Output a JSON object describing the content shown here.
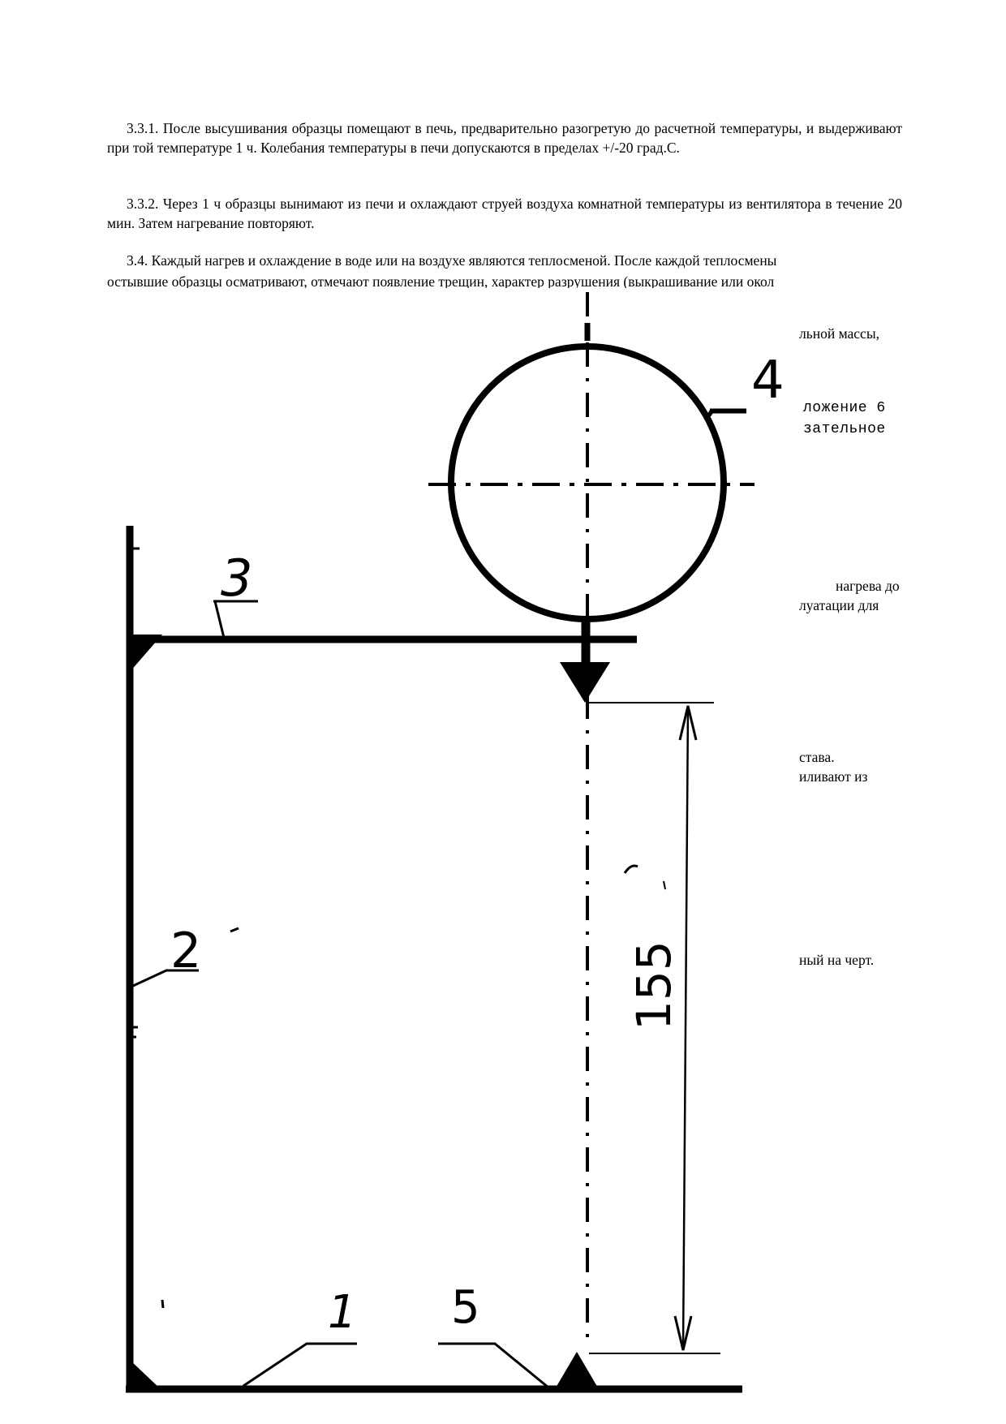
{
  "paragraphs": {
    "p331": "3.3.1. После высушивания образцы помещают в печь, предварительно разогретую до расчетной температуры, и выдерживают при той температуре 1 ч. Колебания температуры в печи допускаются в пределах +/-20 град.С.",
    "p332": "3.3.2. Через 1 ч образцы вынимают из печи и охлаждают струей воздуха комнатной температуры из вентилятора в течение 20 мин. Затем нагревание повторяют.",
    "p34": "3.4. Каждый нагрев и охлаждение в воде или на воздухе являются теплосменой. После каждой теплосмены",
    "p34_cut": "остывшие образцы осматривают, отмечают появление трещин, характер разрушения (выкрашивание или окол"
  },
  "fragments": {
    "f1": "льной массы,",
    "f2": "ложение 6",
    "f3": "зательное",
    "f4": "нагрева до",
    "f5": "луатации для",
    "f6": "става.",
    "f7": "иливают из",
    "f8": "ный на черт."
  },
  "drawing": {
    "labels": {
      "l1": "1",
      "l2": "2",
      "l3": "3",
      "l4": "4",
      "l5": "5",
      "dim": "155"
    }
  }
}
